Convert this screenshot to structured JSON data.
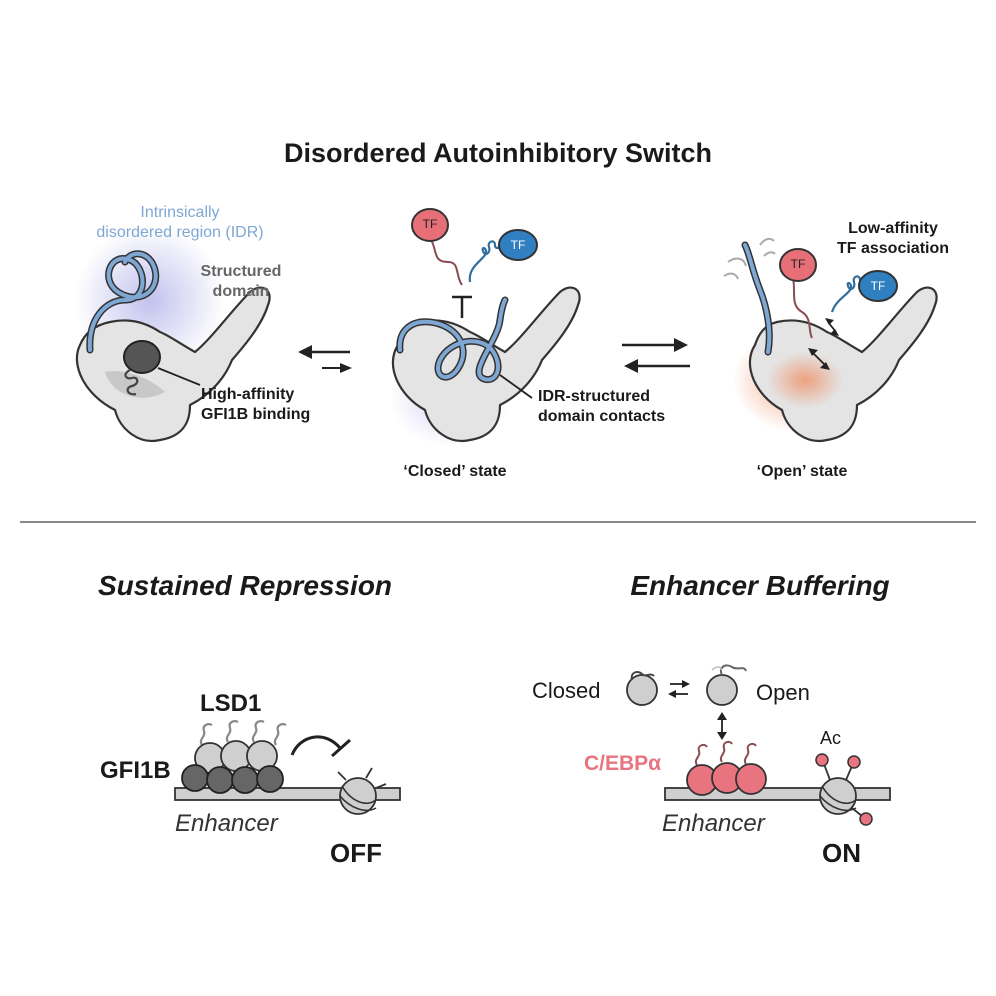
{
  "header": {
    "title": "Disordered Autoinhibitory Switch"
  },
  "left_state": {
    "idr_label_line1": "Intrinsically",
    "idr_label_line2": "disordered region (IDR)",
    "structured_line1": "Structured",
    "structured_line2": "domain",
    "binding_line1": "High-affinity",
    "binding_line2": "GFI1B binding"
  },
  "middle_state": {
    "tf_a": "TF",
    "tf_b": "TF",
    "contacts_line1": "IDR-structured",
    "contacts_line2": "domain contacts",
    "state_label": "‘Closed’ state"
  },
  "right_state": {
    "assoc_line1": "Low-affinity",
    "assoc_line2": "TF association",
    "tf_a": "TF",
    "tf_b": "TF",
    "state_label": "‘Open’ state"
  },
  "repression": {
    "title": "Sustained Repression",
    "lsd1": "LSD1",
    "gfi1b": "GFI1B",
    "enhancer": "Enhancer",
    "status": "OFF"
  },
  "buffering": {
    "title": "Enhancer Buffering",
    "closed": "Closed",
    "open": "Open",
    "cebp": "C/EBPα",
    "ac": "Ac",
    "enhancer": "Enhancer",
    "status": "ON"
  },
  "colors": {
    "idr_blue": "#7ea7d3",
    "tf_red": "#e76f78",
    "tf_blue": "#2f7fc1",
    "cebp_pink": "#e8747f",
    "divider": "#8a8a8a"
  }
}
